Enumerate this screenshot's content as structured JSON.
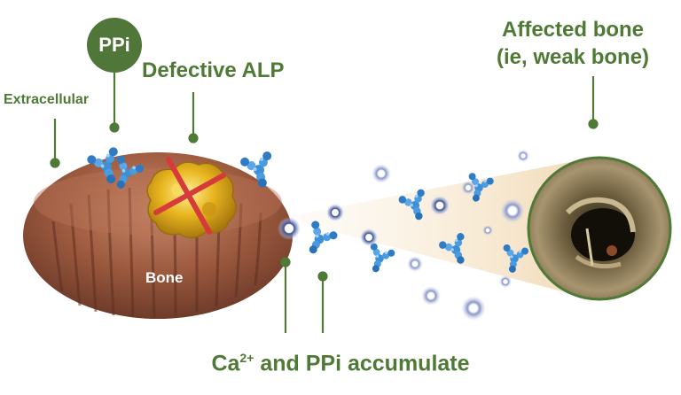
{
  "labels": {
    "ppi": "PPi",
    "defective_alp": "Defective ALP",
    "extracellular": "Extracellular",
    "affected_bone_line1": "Affected bone",
    "affected_bone_line2": "(ie, weak bone)",
    "bone": "Bone",
    "accumulate_prefix": "Ca",
    "accumulate_sup": "2+",
    "accumulate_suffix": " and PPi accumulate"
  },
  "colors": {
    "label_green": "#4f7a35",
    "ppi_circle": "#50763a",
    "connector": "#4f7a35",
    "cross": "#d63a3a",
    "protein_blue": "#3d8fd6",
    "enzyme_gold": "#e6b11e",
    "bone_tissue": "#9c5a3c",
    "beam": "#f2d9b3"
  },
  "icons": [
    "ppi-molecule-icon",
    "alp-enzyme-icon",
    "red-cross-icon",
    "protein-icon",
    "ion-dot-icon",
    "bone-cross-section-icon"
  ]
}
